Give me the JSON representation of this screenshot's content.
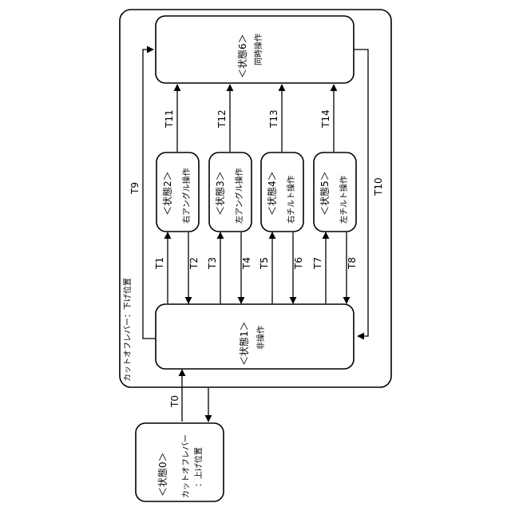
{
  "outer_frame_label": "カットオフレバー：下げ位置",
  "states": {
    "s0": {
      "title": "＜状態0＞",
      "desc1": "カットオフレバー",
      "desc2": "：上げ位置"
    },
    "s1": {
      "title": "＜状態1＞",
      "desc": "非操作"
    },
    "s2": {
      "title": "＜状態2＞",
      "desc": "右アングル操作"
    },
    "s3": {
      "title": "＜状態3＞",
      "desc": "左アングル操作"
    },
    "s4": {
      "title": "＜状態4＞",
      "desc": "右チルト操作"
    },
    "s5": {
      "title": "＜状態5＞",
      "desc": "左チルト操作"
    },
    "s6": {
      "title": "＜状態6＞",
      "desc": "同時操作"
    }
  },
  "transitions": {
    "T0": "T0",
    "T1": "T1",
    "T2": "T2",
    "T3": "T3",
    "T4": "T4",
    "T5": "T5",
    "T6": "T6",
    "T7": "T7",
    "T8": "T8",
    "T9": "T9",
    "T10": "T10",
    "T11": "T11",
    "T12": "T12",
    "T13": "T13",
    "T14": "T14"
  }
}
